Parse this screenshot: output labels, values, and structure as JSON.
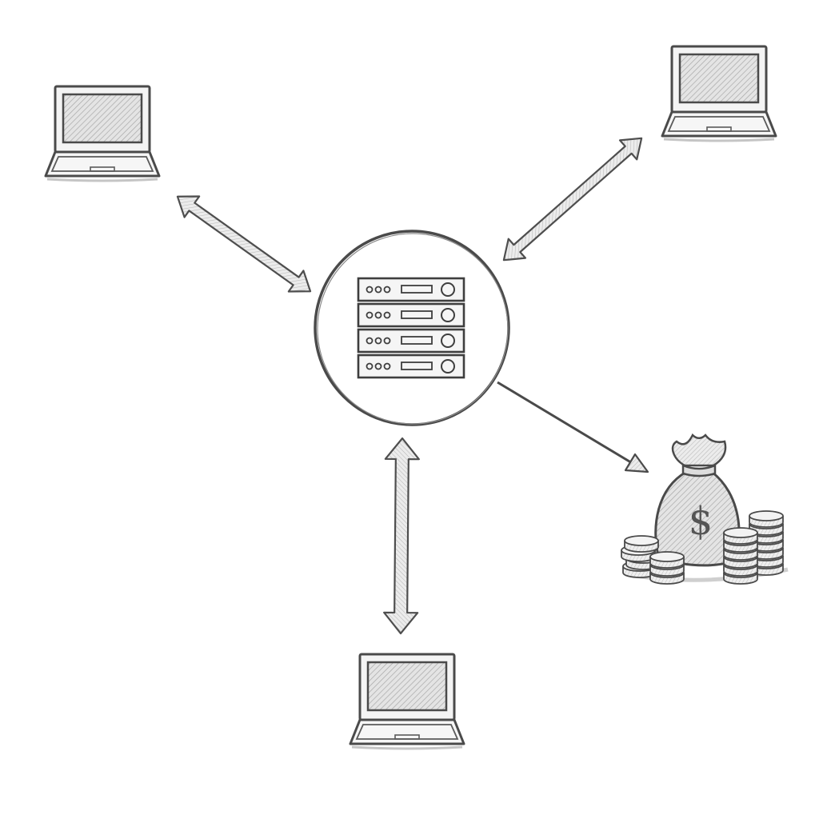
{
  "diagram": {
    "style": "pencil-sketch",
    "nodes": [
      {
        "id": "laptop-top-left",
        "icon": "laptop-icon"
      },
      {
        "id": "laptop-top-right",
        "icon": "laptop-icon"
      },
      {
        "id": "laptop-bottom",
        "icon": "laptop-icon"
      },
      {
        "id": "server-hub",
        "icon": "server-rack-icon",
        "units": 4
      },
      {
        "id": "money",
        "icon": "money-bag-icon",
        "symbol": "$"
      }
    ],
    "edges": [
      {
        "from": "laptop-top-left",
        "to": "server-hub",
        "direction": "both"
      },
      {
        "from": "laptop-top-right",
        "to": "server-hub",
        "direction": "both"
      },
      {
        "from": "laptop-bottom",
        "to": "server-hub",
        "direction": "both"
      },
      {
        "from": "server-hub",
        "to": "money",
        "direction": "forward"
      }
    ]
  },
  "colors": {
    "ink": "#4a4a4a",
    "shade": "#9a9a9a",
    "background": "#ffffff"
  }
}
